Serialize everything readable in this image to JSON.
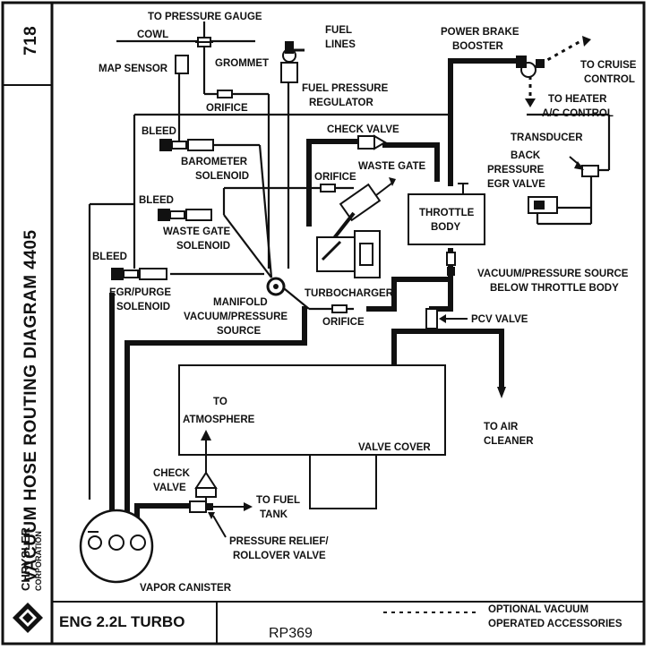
{
  "frame": {
    "title": "VACUUM HOSE ROUTING DIAGRAM 4405",
    "number": "718",
    "brand": "CHRYSLER",
    "brand_sub": "CORPORATION",
    "engine": "ENG 2.2L TURBO",
    "code": "RP369",
    "legend_text": [
      "OPTIONAL VACUUM",
      "OPERATED ACCESSORIES"
    ]
  },
  "labels": {
    "to_pressure_gauge": "TO PRESSURE GAUGE",
    "cowl": "COWL",
    "grommet": "GROMMET",
    "fuel_lines": [
      "FUEL",
      "LINES"
    ],
    "fuel_pressure_regulator": [
      "FUEL PRESSURE",
      "REGULATOR"
    ],
    "map_sensor": "MAP SENSOR",
    "orifice_top": "ORIFICE",
    "power_brake_booster": [
      "POWER BRAKE",
      "BOOSTER"
    ],
    "to_cruise_control": [
      "TO CRUISE",
      "CONTROL"
    ],
    "to_heater": [
      "TO HEATER",
      "A/C CONTROL"
    ],
    "transducer": "TRANSDUCER",
    "back_pressure_egr": [
      "BACK",
      "PRESSURE",
      "EGR VALVE"
    ],
    "check_valve_top": "CHECK VALVE",
    "bleed_1": "BLEED",
    "barometer_solenoid": [
      "BAROMETER",
      "SOLENOID"
    ],
    "waste_gate": "WASTE GATE",
    "orifice_mid": "ORIFICE",
    "bleed_2": "BLEED",
    "waste_gate_solenoid": [
      "WASTE GATE",
      "SOLENOID"
    ],
    "throttle_body": [
      "THROTTLE",
      "BODY"
    ],
    "bleed_3": "BLEED",
    "egr_purge_solenoid": [
      "EGR/PURGE",
      "SOLENOID"
    ],
    "turbocharger": "TURBOCHARGER",
    "vacuum_source_below": [
      "VACUUM/PRESSURE SOURCE",
      "BELOW THROTTLE BODY"
    ],
    "manifold_source": [
      "MANIFOLD",
      "VACUUM/PRESSURE",
      "SOURCE"
    ],
    "orifice_low": "ORIFICE",
    "pcv_valve": "PCV VALVE",
    "to_atmosphere": [
      "TO",
      "ATMOSPHERE"
    ],
    "to_air_cleaner": [
      "TO AIR",
      "CLEANER"
    ],
    "valve_cover": "VALVE COVER",
    "check_valve_low": [
      "CHECK",
      "VALVE"
    ],
    "to_fuel_tank": [
      "TO FUEL",
      "TANK"
    ],
    "pressure_relief": [
      "PRESSURE RELIEF/",
      "ROLLOVER VALVE"
    ],
    "vapor_canister": "VAPOR CANISTER"
  }
}
